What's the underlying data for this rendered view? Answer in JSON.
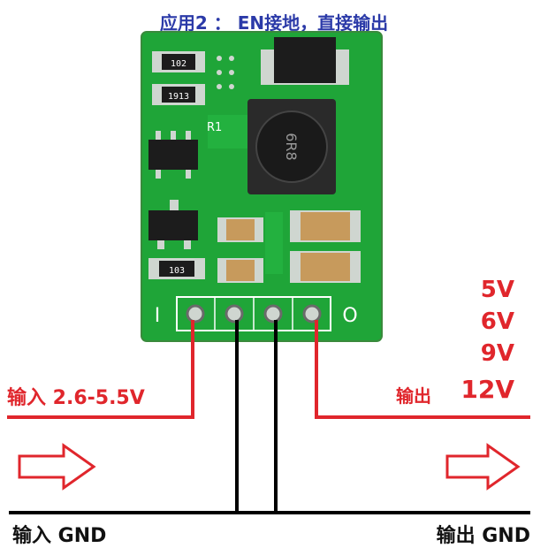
{
  "title": "应用2 ： EN接地，直接输出",
  "board": {
    "r1_label": "R1",
    "marking_top": "102",
    "marking_mid": "1913",
    "marking_bottom": "103",
    "inductor_code": "6R8",
    "pin_in_label": "I",
    "pin_out_label": "O"
  },
  "labels": {
    "input": "输入 2.6-5.5V",
    "output_prefix": "输出",
    "output_voltages": [
      "5V",
      "6V",
      "9V",
      "12V"
    ],
    "input_gnd": "输入 GND",
    "output_gnd": "输出 GND"
  },
  "colors": {
    "pcb": "#1fa538",
    "wire_red": "#e0262c",
    "wire_black": "#000000",
    "title_blue": "#2b3aa8"
  }
}
